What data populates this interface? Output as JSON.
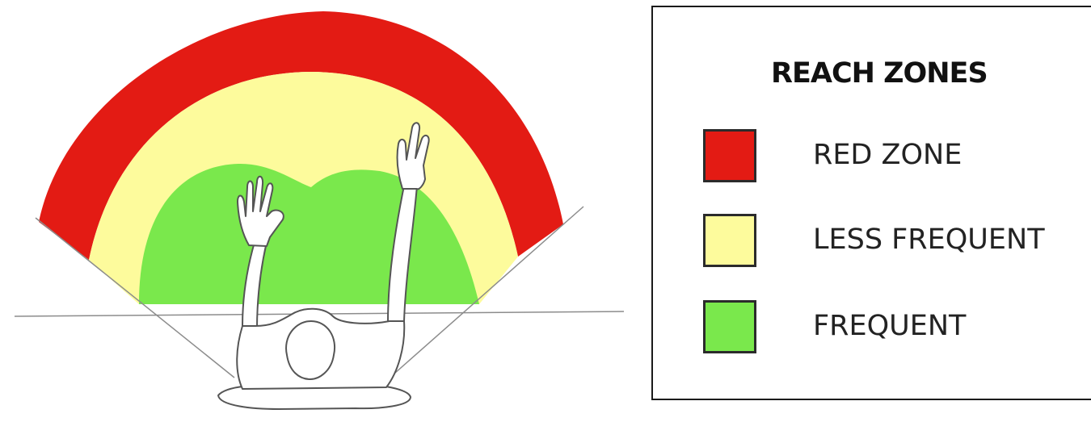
{
  "legend": {
    "title": "REACH ZONES",
    "items": [
      {
        "label": "RED ZONE",
        "color": "#e31b14"
      },
      {
        "label": "LESS FREQUENT",
        "color": "#fdfb9c"
      },
      {
        "label": "FREQUENT",
        "color": "#7ae84c"
      }
    ]
  },
  "zones": {
    "red": "#e31b14",
    "less_frequent": "#fdfb9c",
    "frequent": "#7ae84c"
  }
}
